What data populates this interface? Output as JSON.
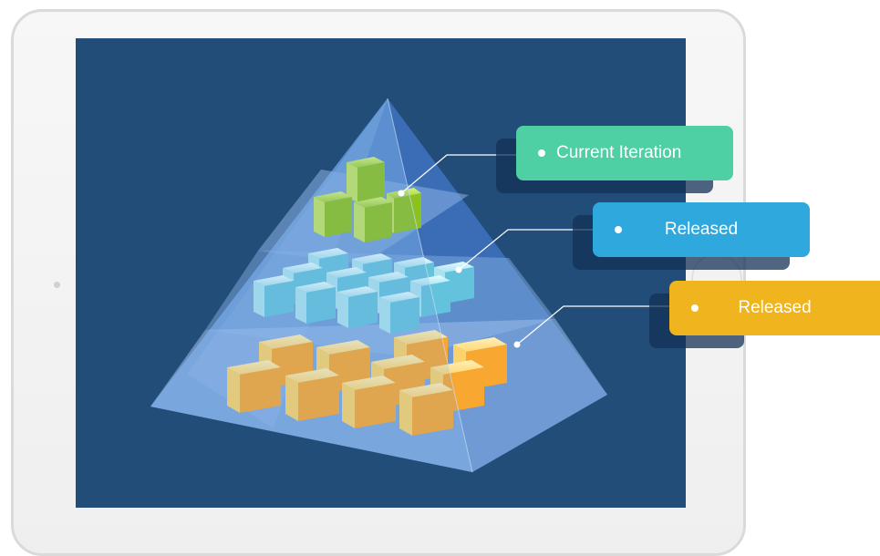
{
  "callouts": {
    "current_iteration": "Current Iteration",
    "released_middle": "Released",
    "released_bottom": "Released"
  },
  "colors": {
    "screen": "#234d79",
    "pyramid": "#5e95d8",
    "green_block": "#a6d83a",
    "blue_block": "#7fd0e3",
    "yellow_block": "#f8c451",
    "callout_green": "#4fcfa4",
    "callout_blue": "#2fa8de",
    "callout_yellow": "#f0b51e"
  }
}
